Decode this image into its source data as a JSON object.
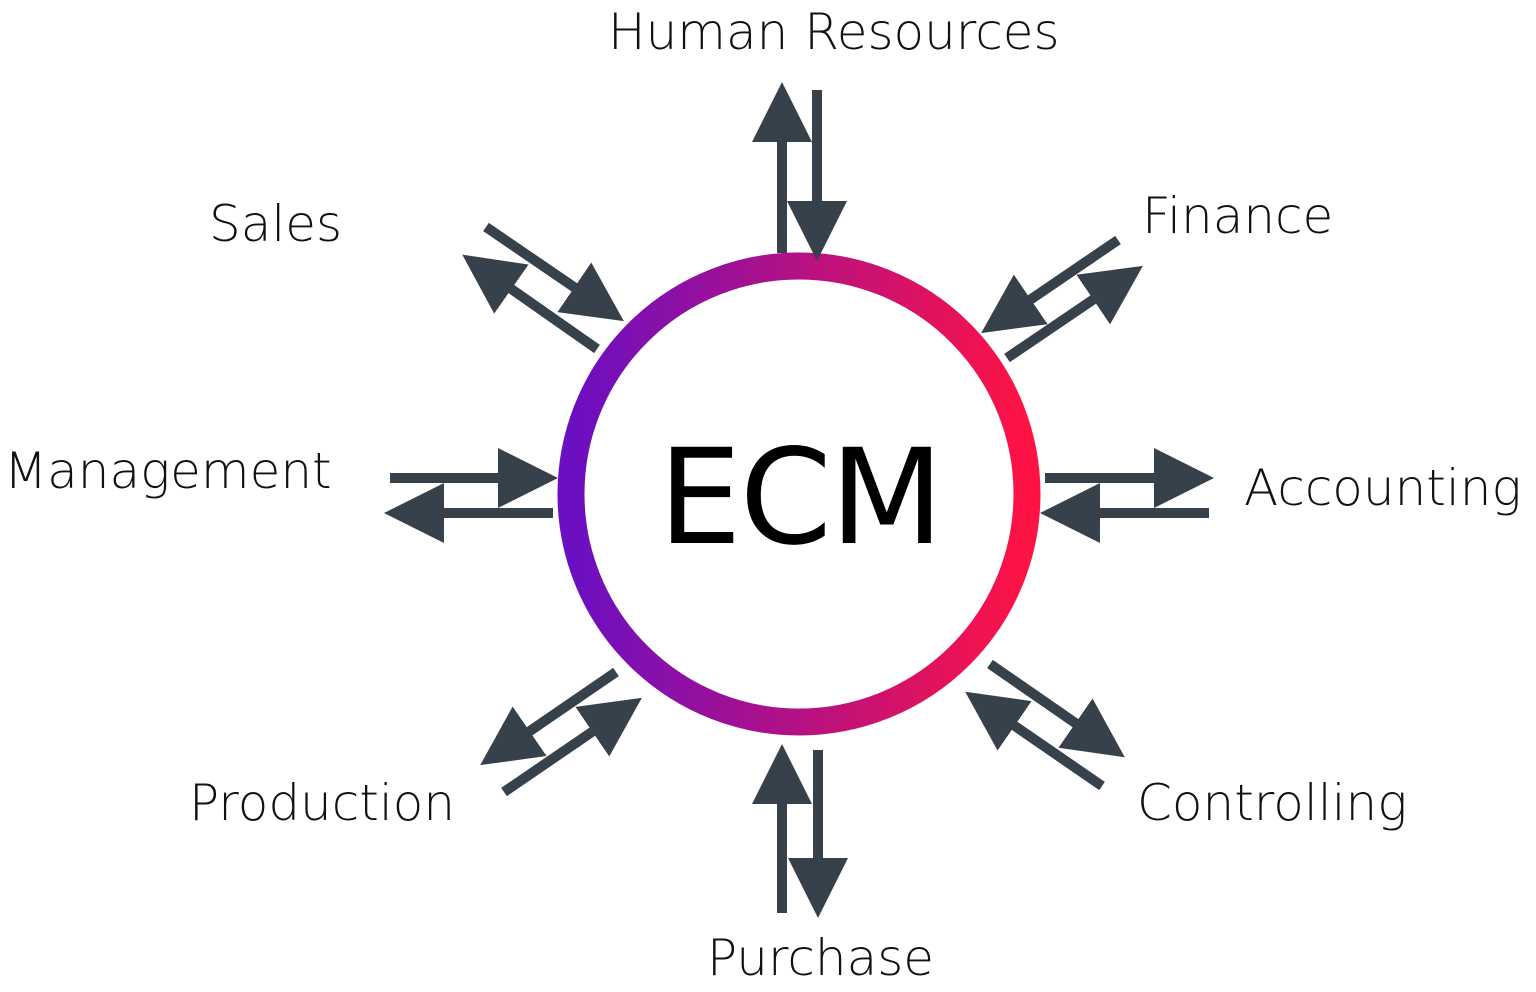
{
  "center": {
    "label": "ECM"
  },
  "nodes": {
    "human_resources": "Human Resources",
    "sales": "Sales",
    "finance": "Finance",
    "management": "Management",
    "accounting": "Accounting",
    "production": "Production",
    "controlling": "Controlling",
    "purchase": "Purchase"
  },
  "colors": {
    "ring_start": "#6a0fc2",
    "ring_end": "#ff1344",
    "arrow": "#37414b",
    "text": "#111111"
  }
}
